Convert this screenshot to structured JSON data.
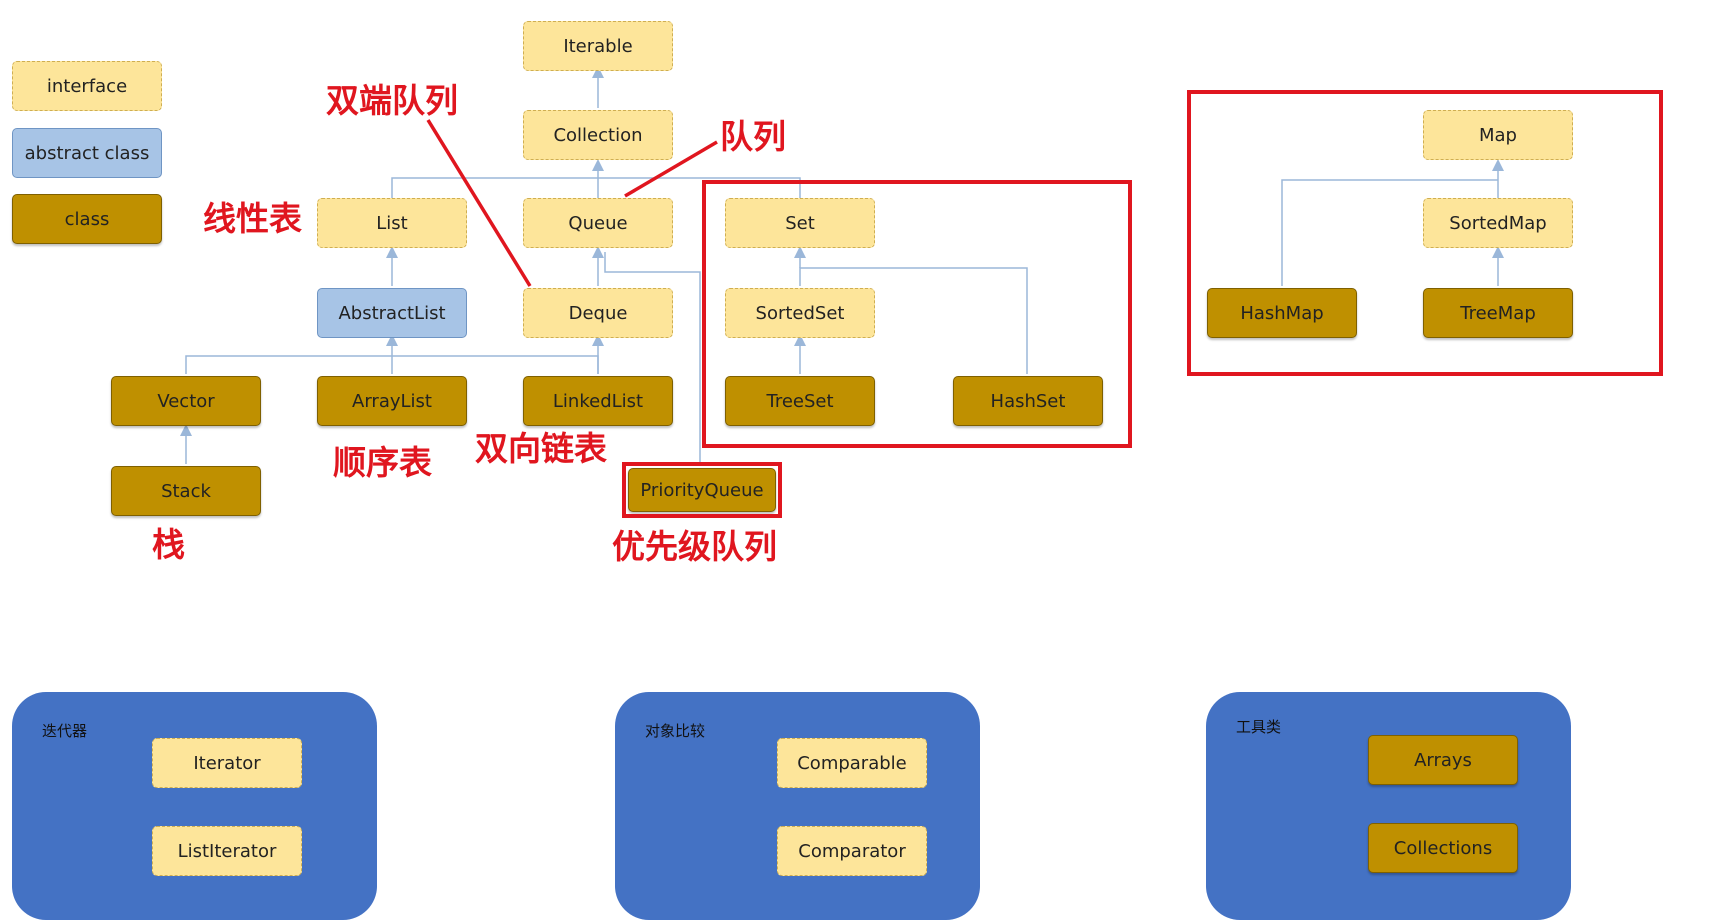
{
  "legend": {
    "interface": "interface",
    "abstract_class": "abstract class",
    "class": "class"
  },
  "nodes": {
    "iterable": "Iterable",
    "collection": "Collection",
    "list": "List",
    "queue": "Queue",
    "set": "Set",
    "abstract_list": "AbstractList",
    "deque": "Deque",
    "sorted_set": "SortedSet",
    "vector": "Vector",
    "array_list": "ArrayList",
    "linked_list": "LinkedList",
    "tree_set": "TreeSet",
    "hash_set": "HashSet",
    "stack": "Stack",
    "priority_queue": "PriorityQueue",
    "map": "Map",
    "sorted_map": "SortedMap",
    "hash_map": "HashMap",
    "tree_map": "TreeMap"
  },
  "annotations": {
    "double_ended_queue": "双端队列",
    "queue": "队列",
    "linear_list": "线性表",
    "sequential_list": "顺序表",
    "doubly_linked_list": "双向链表",
    "stack": "栈",
    "priority_queue": "优先级队列"
  },
  "panels": {
    "iterator": {
      "title": "迭代器",
      "items": [
        "Iterator",
        "ListIterator"
      ]
    },
    "comparison": {
      "title": "对象比较",
      "items": [
        "Comparable",
        "Comparator"
      ]
    },
    "utility": {
      "title": "工具类",
      "items": [
        "Arrays",
        "Collections"
      ]
    }
  },
  "colors": {
    "interface_fill": "#fde59a",
    "abstract_fill": "#a7c4e6",
    "class_fill": "#bf9000",
    "panel_fill": "#4472c4",
    "annotation_red": "#e0161f",
    "connector": "#9bb7d9"
  }
}
